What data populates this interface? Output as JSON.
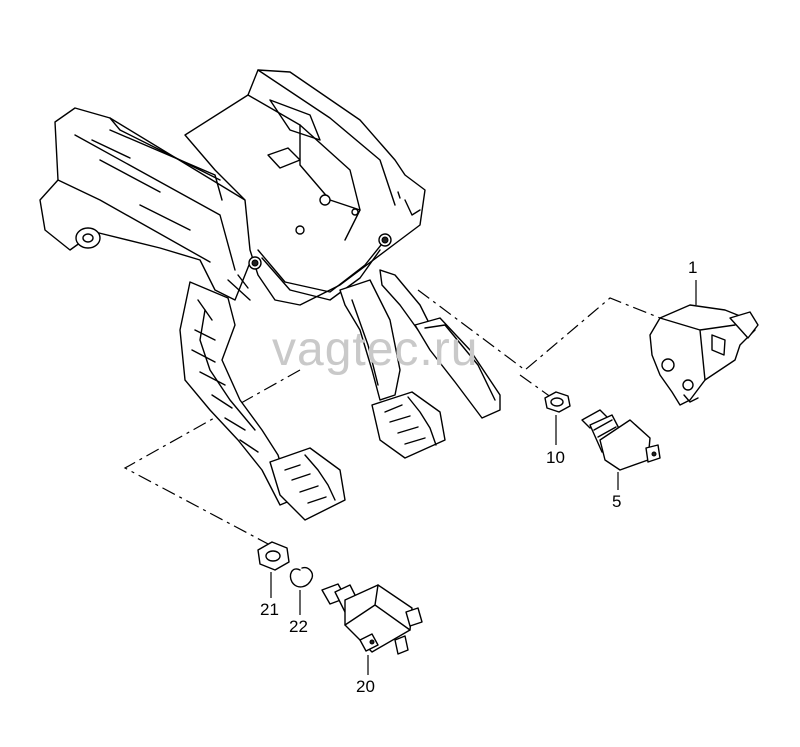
{
  "watermark": "vagtec.ru",
  "callouts": {
    "p1": "1",
    "p10": "10",
    "p5": "5",
    "p21": "21",
    "p22": "22",
    "p20": "20"
  }
}
